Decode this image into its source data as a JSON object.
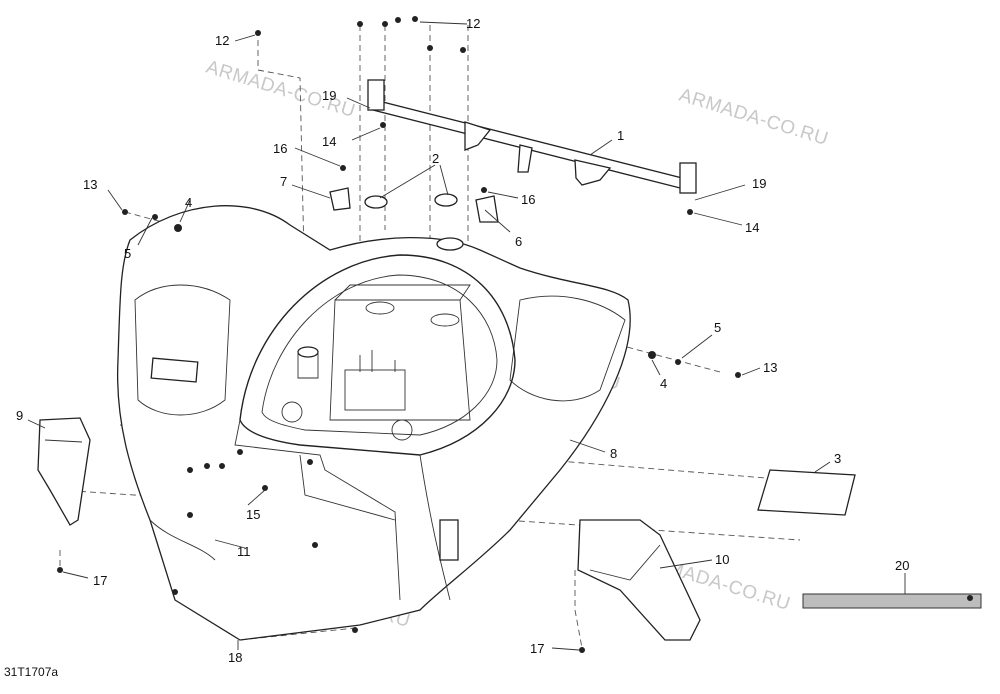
{
  "figure_code": "31T1707a",
  "watermark": "ARMADA-CO.RU",
  "callouts": [
    "1",
    "2",
    "3",
    "4",
    "4",
    "5",
    "5",
    "6",
    "7",
    "8",
    "9",
    "10",
    "11",
    "12",
    "12",
    "13",
    "13",
    "14",
    "14",
    "15",
    "16",
    "16",
    "17",
    "17",
    "18",
    "19",
    "19",
    "20"
  ]
}
